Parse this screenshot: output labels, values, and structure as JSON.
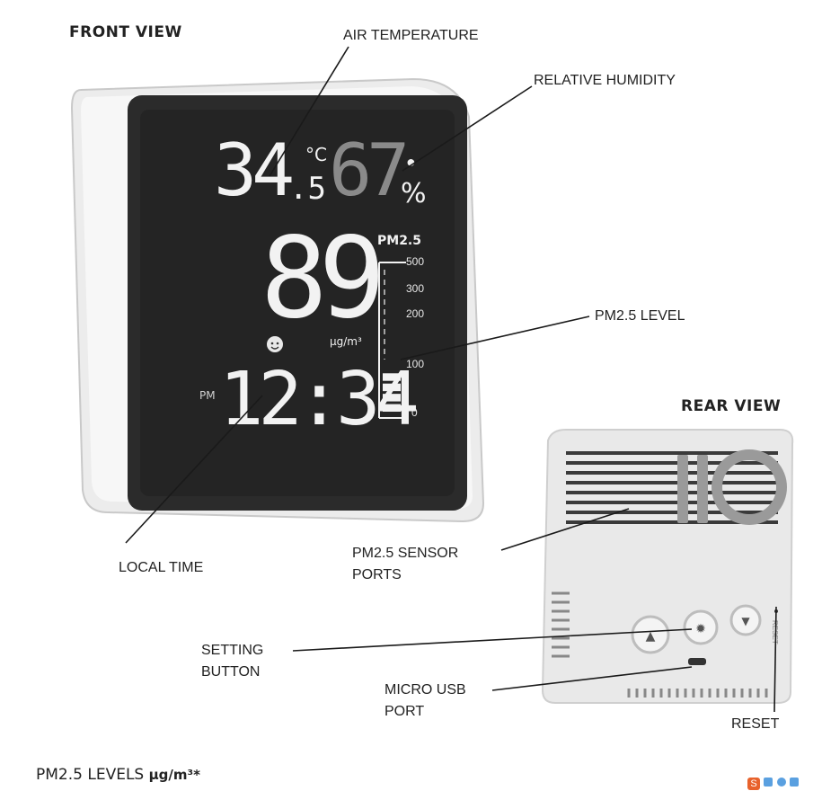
{
  "headings": {
    "front_view": "FRONT VIEW",
    "rear_view": "REAR VIEW"
  },
  "callouts": {
    "air_temperature": "AIR TEMPERATURE",
    "relative_humidity": "RELATIVE HUMIDITY",
    "pm25_level": "PM2.5 LEVEL",
    "local_time": "LOCAL TIME",
    "pm25_sensor_ports": [
      "PM2.5 SENSOR",
      "PORTS"
    ],
    "setting_button": [
      "SETTING",
      "BUTTON"
    ],
    "micro_usb_port": [
      "MICRO USB",
      "PORT"
    ],
    "reset": "RESET"
  },
  "display": {
    "temperature_main": "34",
    "temperature_decimal": ".5",
    "temperature_unit": "°C",
    "humidity": "67",
    "humidity_unit": "%",
    "pm25_value": "89",
    "pm25_label": "PM2.5",
    "pm25_unit": "µg/m³",
    "time_period": "PM",
    "time": "12:34",
    "scale_ticks": [
      "500",
      "300",
      "200",
      "100",
      "0"
    ],
    "level_fraction": 0.3
  },
  "rear": {
    "reset_small_label": "RESET"
  },
  "footer": {
    "title": "PM2.5 LEVELS",
    "unit": "µg/m³*"
  },
  "colors": {
    "device_shell": "#e6e6e6",
    "screen": "#2b2b2b",
    "lcd_on": "#f2f2f2",
    "lcd_dim": "#8a8a8a",
    "line": "#1a1a1a",
    "logo_accent": "#e8622c"
  }
}
